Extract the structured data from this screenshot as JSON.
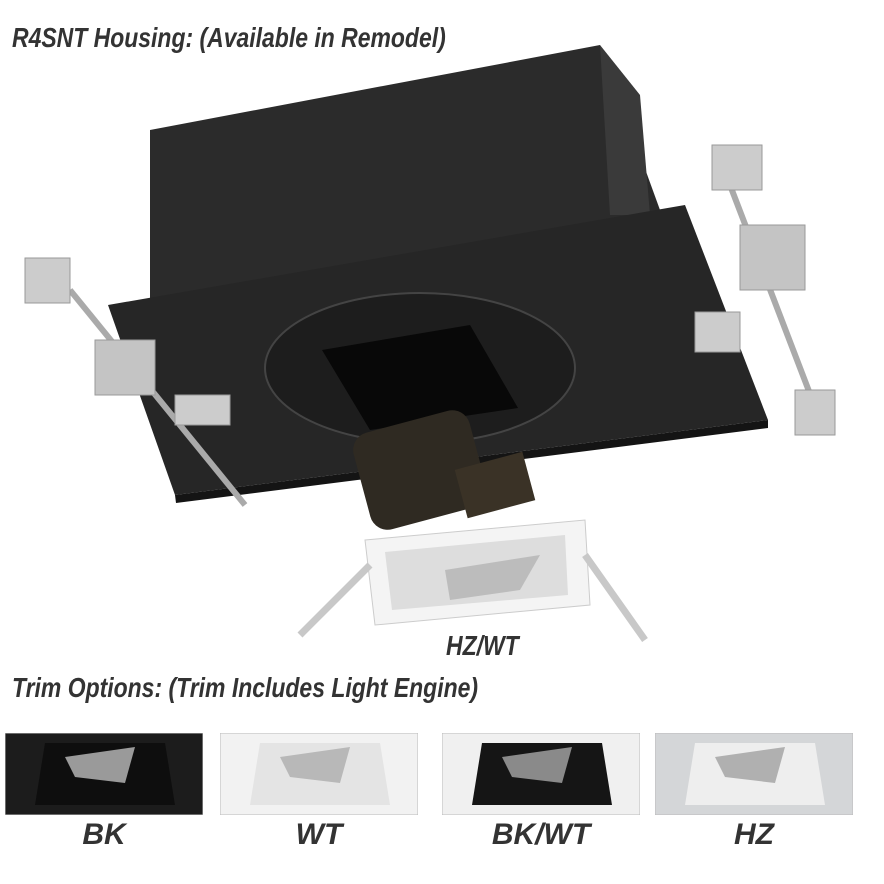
{
  "housing": {
    "title": "R4SNT Housing: (Available in Remodel)",
    "shown_finish": "HZ/WT"
  },
  "trims": {
    "heading": "Trim Options: (Trim Includes Light Engine)",
    "items": [
      {
        "label": "BK",
        "frame": "#1c1c1c",
        "inner": "#0e0e0e",
        "reflector": "#9a9a9a"
      },
      {
        "label": "WT",
        "frame": "#f2f2f2",
        "inner": "#e4e4e4",
        "reflector": "#b8b8b8"
      },
      {
        "label": "BK/WT",
        "frame": "#f0f0f0",
        "inner": "#151515",
        "reflector": "#8a8a8a"
      },
      {
        "label": "HZ",
        "frame": "#d4d6d8",
        "inner": "#eeeeee",
        "reflector": "#b0b0b0"
      }
    ]
  }
}
